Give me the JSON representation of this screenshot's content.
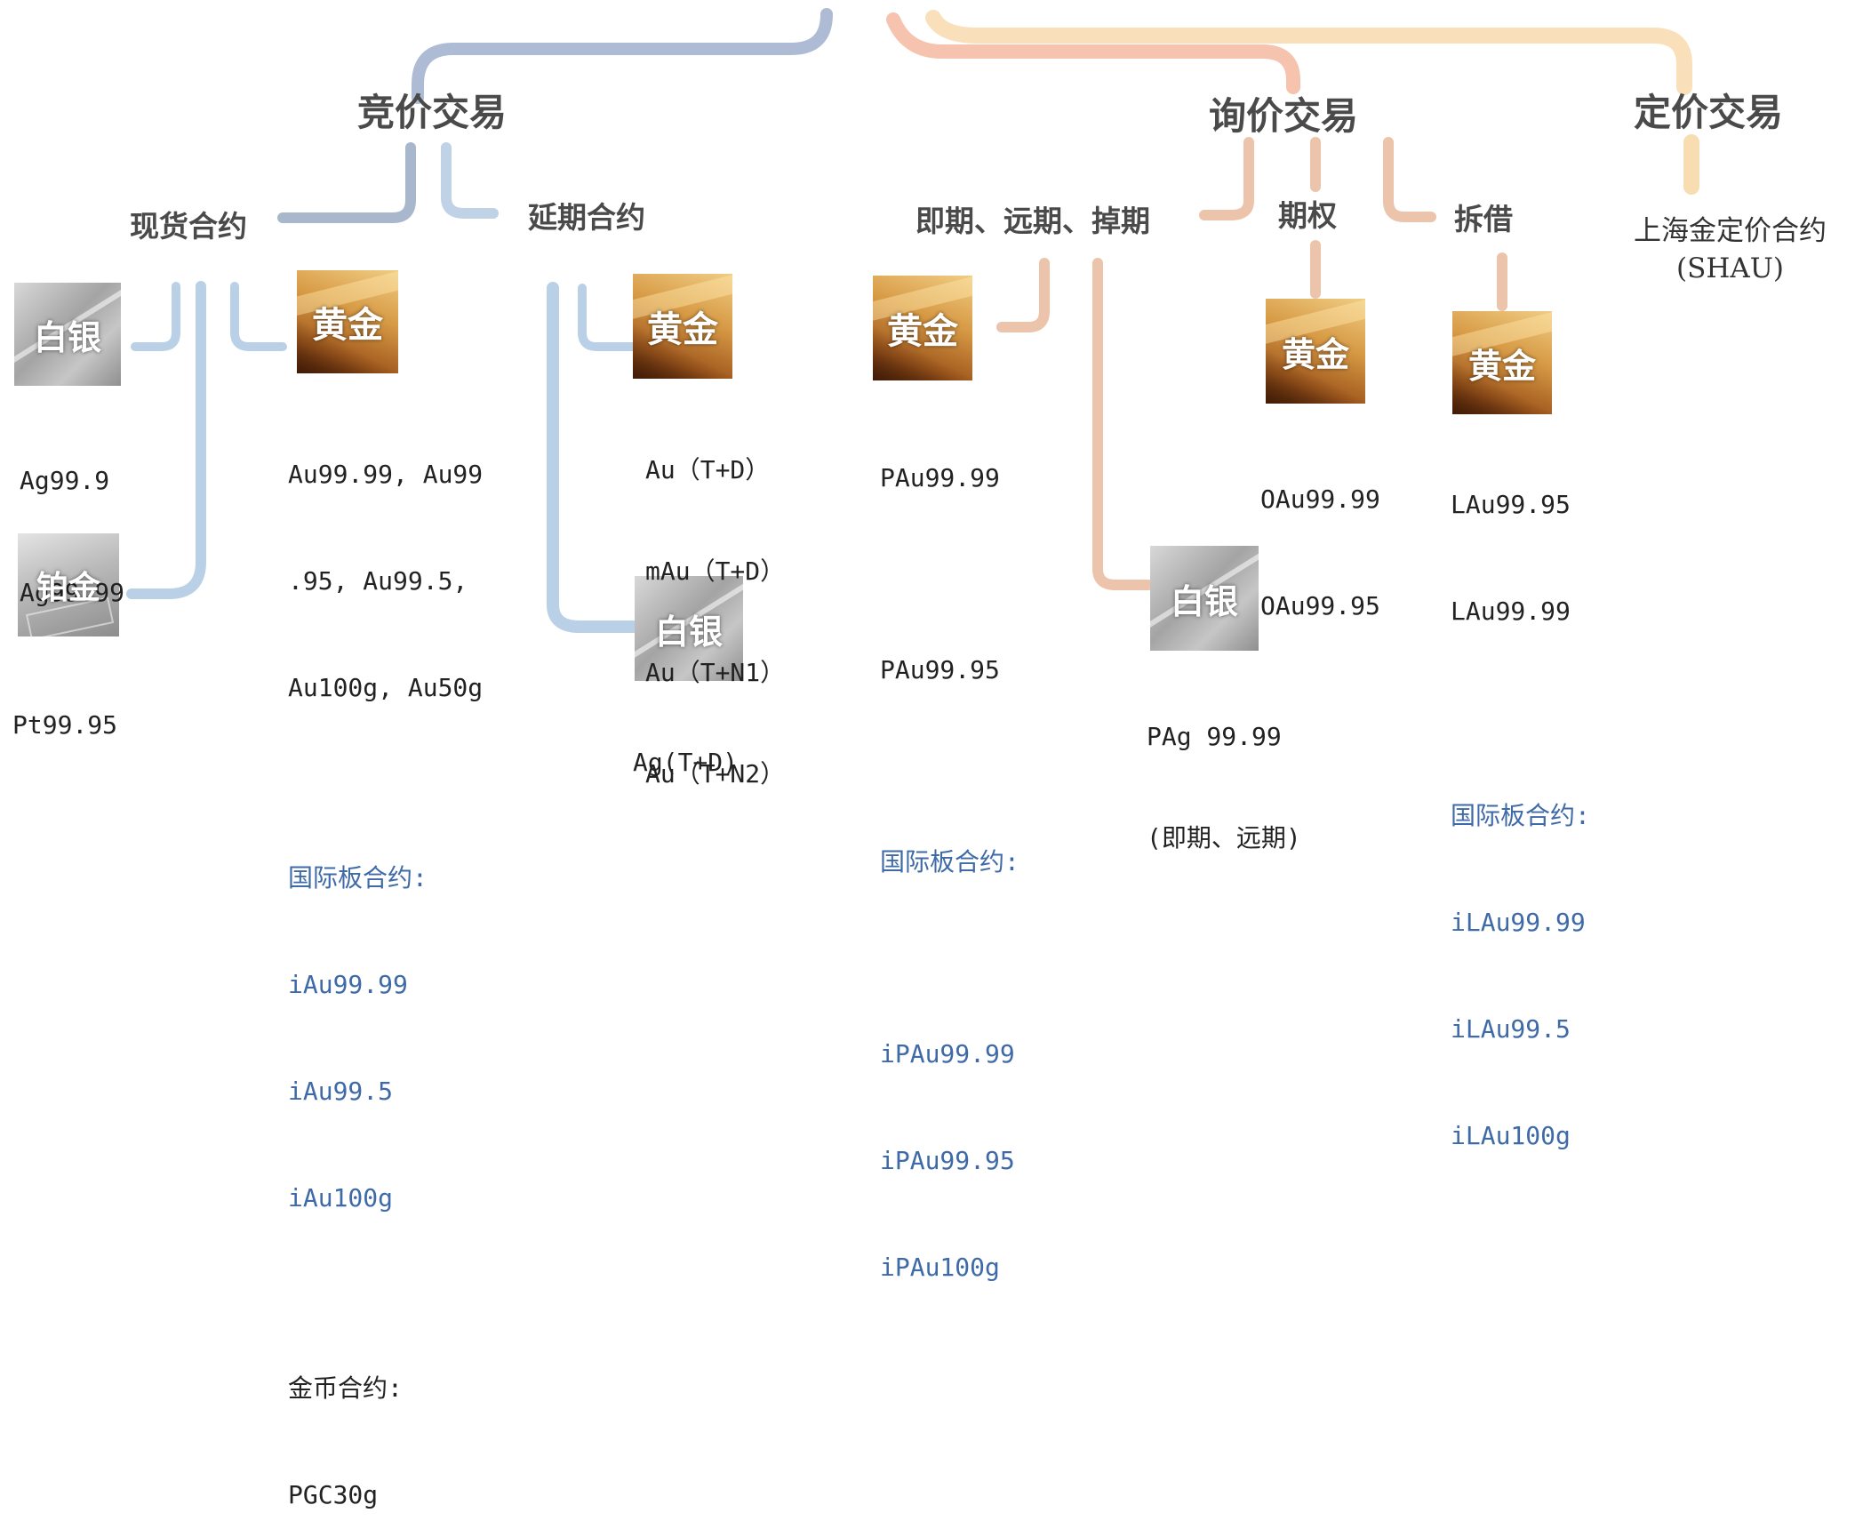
{
  "colors": {
    "bid_branch": "#9fb0cc",
    "bid_sub": "#b6cde4",
    "inquiry_branch": "#f3b8a0",
    "inquiry_sub": "#ecc4ab",
    "pricing_branch": "#f8ddb3",
    "intl_text": "#3f6aa8"
  },
  "headings": {
    "bidding": "竞价交易",
    "inquiry": "询价交易",
    "pricing": "定价交易"
  },
  "subheadings": {
    "spot": "现货合约",
    "deferred": "延期合约",
    "spot_forward_swap": "即期、远期、掉期",
    "option": "期权",
    "lending": "拆借"
  },
  "pricing_contract": {
    "name": "上海金定价合约",
    "code": "(SHAU)"
  },
  "tiles": {
    "silver_spot": "白银",
    "gold_spot": "黄金",
    "platinum_spot": "铂金",
    "gold_deferred": "黄金",
    "silver_deferred": "白银",
    "gold_inquiry": "黄金",
    "silver_inquiry": "白银",
    "gold_option": "黄金",
    "gold_lending": "黄金"
  },
  "lists": {
    "silver_spot": [
      "Ag99.9",
      "Ag99.99"
    ],
    "platinum_spot": [
      "Pt99.95"
    ],
    "gold_spot": [
      "Au99.99, Au99",
      ".95, Au99.5,",
      "Au100g, Au50g"
    ],
    "gold_spot_intl_title": "国际板合约:",
    "gold_spot_intl": [
      "iAu99.99",
      "iAu99.5",
      "iAu100g"
    ],
    "coin_title": "金币合约:",
    "coin": [
      "PGC30g"
    ],
    "gold_deferred": [
      "Au（T+D）",
      "mAu（T+D）",
      "Au（T+N1）",
      "Au（T+N2）"
    ],
    "silver_deferred": [
      "Ag(T+D)"
    ],
    "gold_inquiry": [
      "PAu99.99",
      "PAu99.95"
    ],
    "gold_inquiry_intl_title": "国际板合约:",
    "gold_inquiry_intl": [
      "iPAu99.99",
      "iPAu99.95",
      "iPAu100g"
    ],
    "silver_inquiry": [
      "PAg 99.99",
      "(即期、远期)"
    ],
    "gold_option": [
      "OAu99.99",
      "OAu99.95"
    ],
    "gold_lending": [
      "LAu99.95",
      "LAu99.99"
    ],
    "gold_lending_intl_title": "国际板合约:",
    "gold_lending_intl": [
      "iLAu99.99",
      "iLAu99.5",
      "iLAu100g"
    ]
  }
}
